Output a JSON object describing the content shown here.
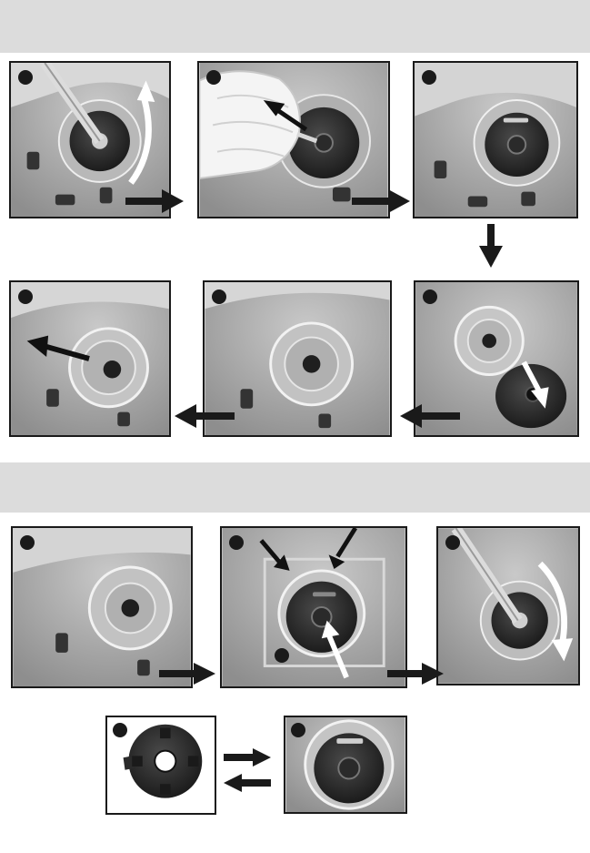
{
  "document": {
    "section_1": {
      "steps": [
        {
          "number": "",
          "tool": "screwdriver",
          "action": "rotate"
        },
        {
          "number": "",
          "tool": "gloved-hand",
          "action": "pull"
        },
        {
          "number": "",
          "tool": "",
          "action": "view"
        },
        {
          "number": "",
          "tool": "",
          "action": "slide-ring"
        },
        {
          "number": "",
          "tool": "",
          "action": "view"
        },
        {
          "number": "",
          "tool": "",
          "action": "remove-disc"
        }
      ]
    },
    "section_2": {
      "steps": [
        {
          "number": "",
          "action": "view"
        },
        {
          "number": "",
          "action": "insert-disc"
        },
        {
          "number": "",
          "tool": "screwdriver",
          "action": "rotate"
        },
        {
          "number": "",
          "action": "disc-detail"
        },
        {
          "number": "",
          "action": "view"
        }
      ]
    }
  },
  "colors": {
    "band": "#dcdcdc",
    "border": "#1a1a1a",
    "plastic": "#a7a7a7",
    "disc": "#2b2b2b"
  }
}
